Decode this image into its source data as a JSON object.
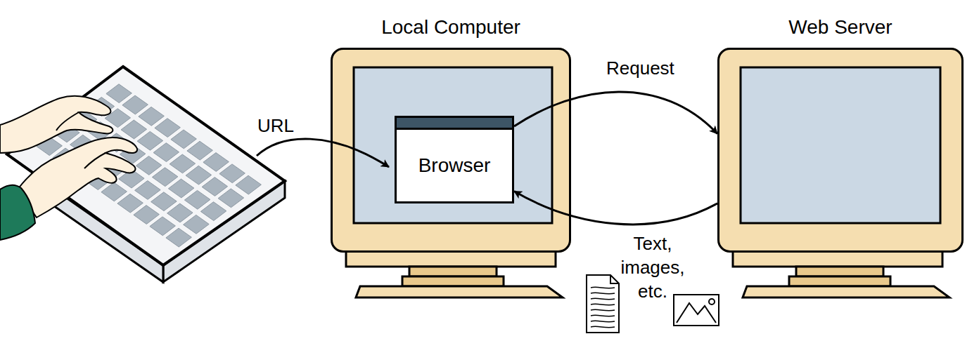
{
  "diagram": {
    "nodes": [
      {
        "text": [
          "Local Computer"
        ]
      },
      {
        "text": [
          "Browser"
        ],
        "in": 0
      },
      {
        "text": [
          "Web Server"
        ]
      }
    ],
    "edges": [
      {
        "from": 1,
        "to": 2,
        "label": "Request",
        "arrow": "to"
      },
      {
        "from": 2,
        "to": 1,
        "label": "Text, images, etc.",
        "arrow": "to"
      }
    ],
    "labels": [
      "URL"
    ]
  }
}
